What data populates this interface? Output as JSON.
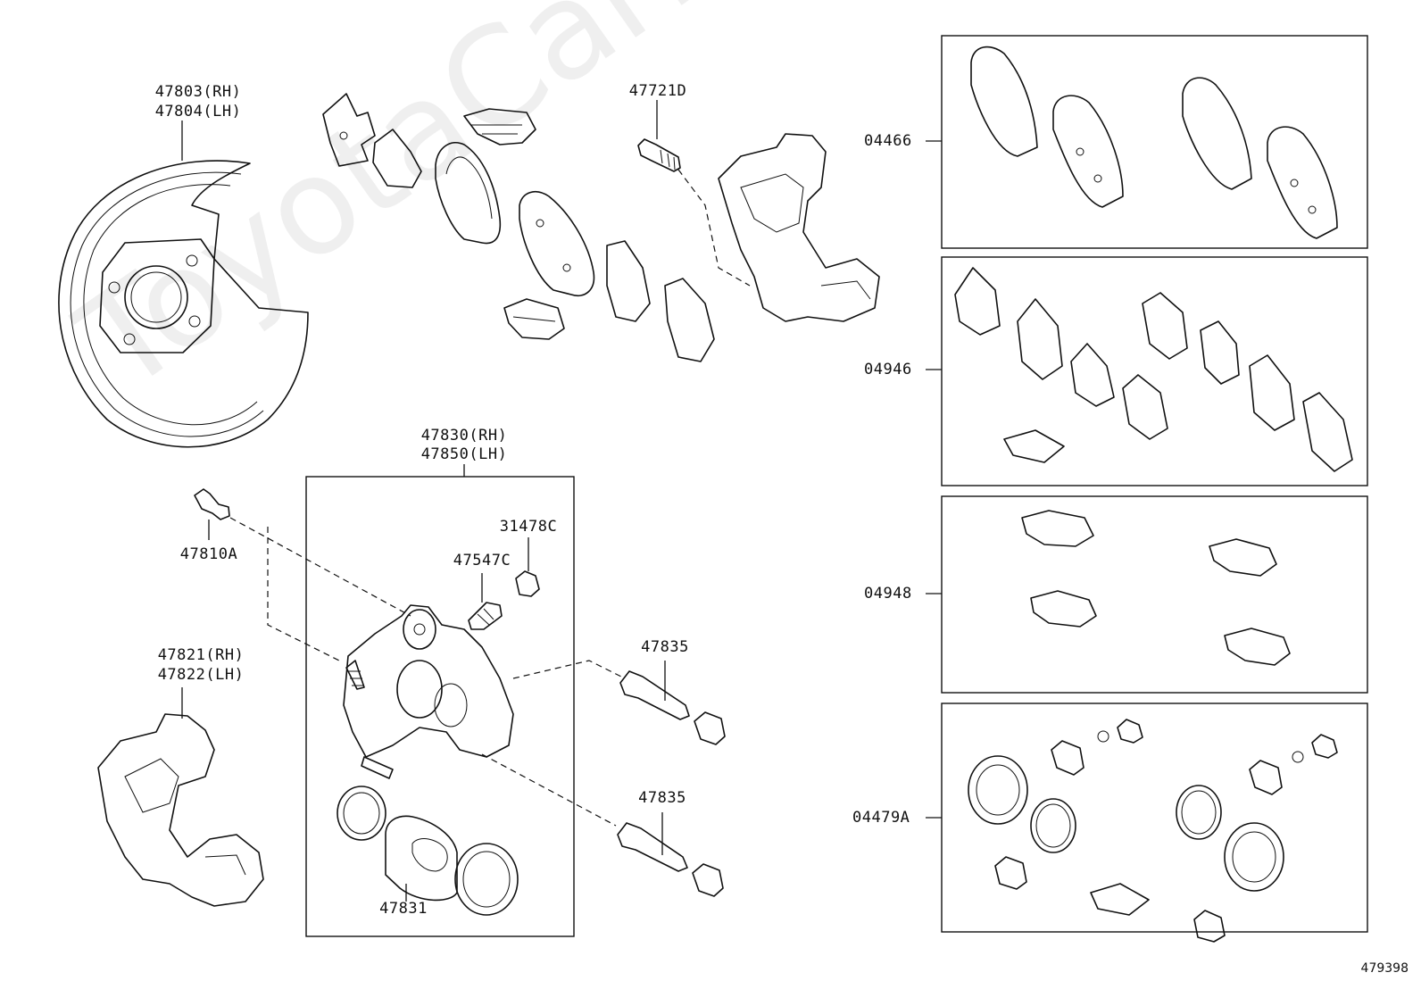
{
  "watermark": "ToyotaCarMine.ru",
  "figure_number": "479398",
  "callouts": {
    "backing_plate": [
      "47803(RH)",
      "47804(LH)"
    ],
    "bleeder_top": "47721D",
    "caliper_assy": [
      "47830(RH)",
      "47850(LH)"
    ],
    "bolt_47810A": "47810A",
    "cap_31478C": "31478C",
    "plug_47547C": "47547C",
    "pin_upper": "47835",
    "pin_lower": "47835",
    "mounting": [
      "47821(RH)",
      "47822(LH)"
    ],
    "piston": "47831"
  },
  "kits": [
    {
      "code": "04466"
    },
    {
      "code": "04946"
    },
    {
      "code": "04948"
    },
    {
      "code": "04479A"
    }
  ]
}
